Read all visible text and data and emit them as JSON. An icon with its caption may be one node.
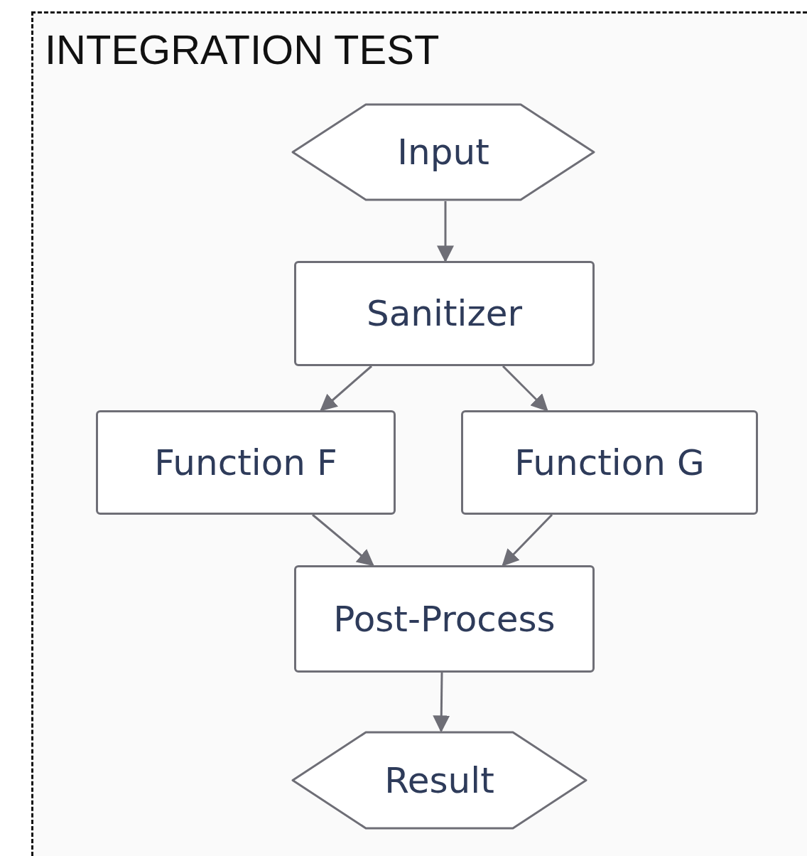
{
  "diagram": {
    "nodes": [
      {
        "text": [
          "INTEGRATION TEST"
        ]
      },
      {
        "text": [
          "Input"
        ],
        "in": 0
      },
      {
        "text": [
          "Sanitizer"
        ],
        "in": 0
      },
      {
        "text": [
          "Function F"
        ],
        "in": 0
      },
      {
        "text": [
          "Function G"
        ],
        "in": 0
      },
      {
        "text": [
          "Post-Process"
        ],
        "in": 0
      },
      {
        "text": [
          "Result"
        ],
        "in": 0
      }
    ],
    "edges": [
      {
        "from": 1,
        "to": 2,
        "arrow": "to"
      },
      {
        "from": 2,
        "to": 3,
        "arrow": "to"
      },
      {
        "from": 2,
        "to": 4,
        "arrow": "to"
      },
      {
        "from": 3,
        "to": 5,
        "arrow": "to"
      },
      {
        "from": 4,
        "to": 5,
        "arrow": "to"
      },
      {
        "from": 5,
        "to": 6,
        "arrow": "to"
      }
    ]
  }
}
